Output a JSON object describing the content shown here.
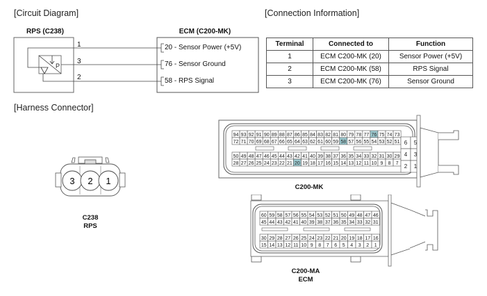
{
  "sections": {
    "circuit": "[Circuit Diagram]",
    "connection": "[Connection Information]",
    "harness": "[Harness Connector]"
  },
  "circuit": {
    "sensor_title": "RPS (C238)",
    "ecm_title": "ECM (C200-MK)",
    "sensor_symbol": "P",
    "wires": [
      {
        "sensor_pin": "1",
        "ecm_label": "20 - Sensor Power (+5V)"
      },
      {
        "sensor_pin": "3",
        "ecm_label": "76 - Sensor Ground"
      },
      {
        "sensor_pin": "2",
        "ecm_label": "58 - RPS Signal"
      }
    ]
  },
  "table": {
    "headers": [
      "Terminal",
      "Connected to",
      "Function"
    ],
    "rows": [
      [
        "1",
        "ECM C200-MK (20)",
        "Sensor Power (+5V)"
      ],
      [
        "2",
        "ECM C200-MK (58)",
        "RPS Signal"
      ],
      [
        "3",
        "ECM C200-MK (76)",
        "Sensor Ground"
      ]
    ]
  },
  "connectors": {
    "rps": {
      "name": "C238",
      "desc": "RPS",
      "pins": [
        "3",
        "2",
        "1"
      ]
    },
    "mk": {
      "name": "C200-MK",
      "highlight_color": "#9cc9cf",
      "highlighted": [
        "76",
        "58",
        "20"
      ],
      "rows_top": [
        [
          "94",
          "93",
          "92",
          "91",
          "90",
          "89",
          "88",
          "87",
          "86",
          "85",
          "84",
          "83",
          "82",
          "81",
          "80",
          "79",
          "78",
          "77",
          "76",
          "75",
          "74",
          "73"
        ],
        [
          "72",
          "71",
          "70",
          "69",
          "68",
          "67",
          "66",
          "65",
          "64",
          "63",
          "62",
          "61",
          "60",
          "59",
          "58",
          "57",
          "56",
          "55",
          "54",
          "53",
          "52",
          "51"
        ]
      ],
      "rows_bottom": [
        [
          "50",
          "49",
          "48",
          "47",
          "46",
          "45",
          "44",
          "43",
          "42",
          "41",
          "40",
          "39",
          "38",
          "37",
          "36",
          "35",
          "34",
          "33",
          "32",
          "31",
          "30",
          "29"
        ],
        [
          "28",
          "27",
          "26",
          "25",
          "24",
          "23",
          "22",
          "21",
          "20",
          "19",
          "18",
          "17",
          "16",
          "15",
          "14",
          "13",
          "12",
          "11",
          "10",
          "9",
          "8",
          "7"
        ]
      ],
      "side_pins": [
        [
          "6",
          "5"
        ],
        [
          "4",
          "3"
        ],
        [
          "2",
          "1"
        ]
      ]
    },
    "ma": {
      "name": "C200-MA",
      "desc": "ECM",
      "rows_top": [
        [
          "60",
          "59",
          "58",
          "57",
          "56",
          "55",
          "54",
          "53",
          "52",
          "51",
          "50",
          "49",
          "48",
          "47",
          "46"
        ],
        [
          "45",
          "44",
          "43",
          "42",
          "41",
          "40",
          "39",
          "38",
          "37",
          "36",
          "35",
          "34",
          "33",
          "32",
          "31"
        ]
      ],
      "rows_bottom": [
        [
          "30",
          "29",
          "28",
          "27",
          "26",
          "25",
          "24",
          "23",
          "22",
          "21",
          "20",
          "19",
          "18",
          "17",
          "16"
        ],
        [
          "15",
          "14",
          "13",
          "12",
          "11",
          "10",
          "9",
          "8",
          "7",
          "6",
          "5",
          "4",
          "3",
          "2",
          "1"
        ]
      ]
    }
  }
}
